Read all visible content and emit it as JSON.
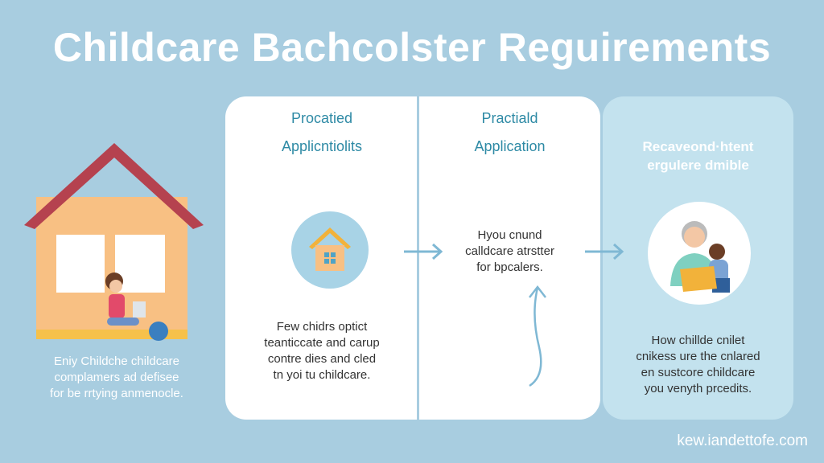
{
  "title": "Childcare Bachcolster Reguirements",
  "left": {
    "text": [
      "Eniy Childche childcare",
      "complamers ad defisee",
      "for be rrtying anmenocle."
    ]
  },
  "cards": [
    {
      "head1": "Procatied",
      "head2": "Applicntiolits",
      "icon": "house-icon",
      "body": [
        "Few chidrs optict",
        "teanticcate and carup",
        "contre dies and cled",
        "tn yoi tu childcare."
      ]
    },
    {
      "head1": "Practiald",
      "head2": "Application",
      "body": [
        "Hyou cnund",
        "calldcare atrstter",
        "for bpcalers."
      ]
    },
    {
      "head1": "Recaveond·htent",
      "head2": "ergulere dmible",
      "icon": "grandparent-child-icon",
      "body": [
        "How chillde cnilet",
        "cnikess ure the cnlared",
        "en sustcore childcare",
        "you venyth prcedits."
      ]
    }
  ],
  "footer": {
    "url": "kew.iandettofe.com"
  },
  "colors": {
    "background": "#a8cde0",
    "accent": "#2e8aa5",
    "house": "#f8c083",
    "roof": "#b5424f",
    "arrow": "#7fb8d4"
  }
}
